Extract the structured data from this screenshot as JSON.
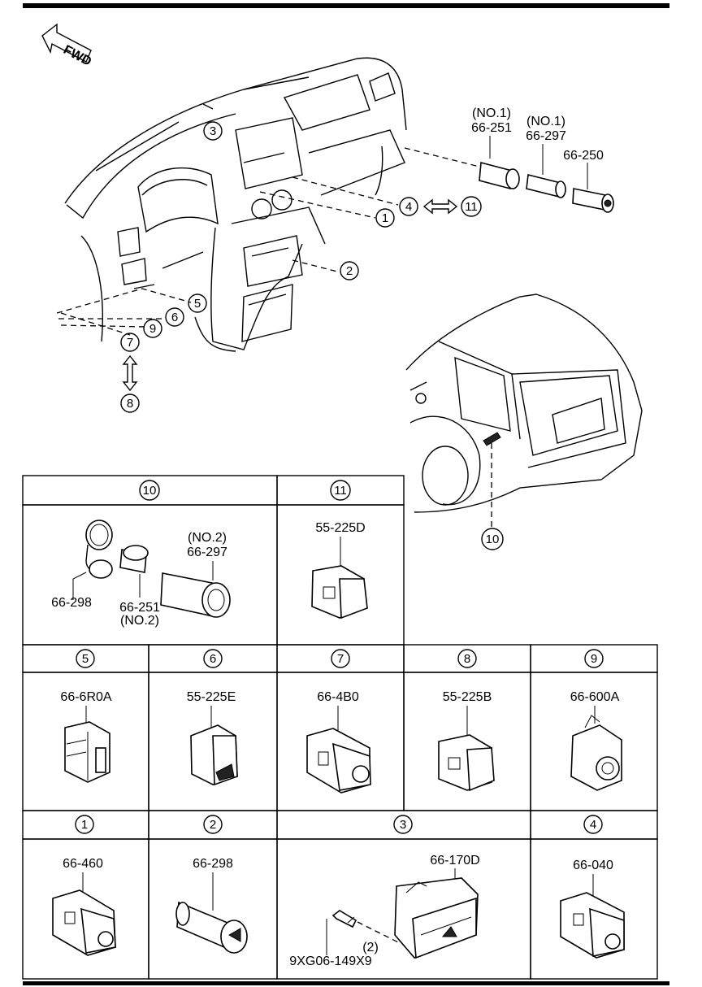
{
  "fwd_label": "FWD",
  "callouts": {
    "c1": "1",
    "c2": "2",
    "c3": "3",
    "c4": "4",
    "c5": "5",
    "c6": "6",
    "c7": "7",
    "c8": "8",
    "c9": "9",
    "c10": "10",
    "c11": "11"
  },
  "overview_parts": {
    "p251_no": "(NO.1)",
    "p251": "66-251",
    "p297_no": "(NO.1)",
    "p297": "66-297",
    "p250": "66-250"
  },
  "table": {
    "row1": {
      "h10": "10",
      "h11": "11",
      "c10_a": "66-298",
      "c10_b": "66-251",
      "c10_b_no": "(NO.2)",
      "c10_c_no": "(NO.2)",
      "c10_c": "66-297",
      "c11": "55-225D"
    },
    "row2": {
      "h5": "5",
      "h6": "6",
      "h7": "7",
      "h8": "8",
      "h9": "9",
      "c5": "66-6R0A",
      "c6": "55-225E",
      "c7": "66-4B0",
      "c8": "55-225B",
      "c9": "66-600A"
    },
    "row3": {
      "h1": "1",
      "h2": "2",
      "h3": "3",
      "h4": "4",
      "c1": "66-460",
      "c2": "66-298",
      "c3": "66-170D",
      "c3_bolt": "9XG06-149X9",
      "c3_qty": "(2)",
      "c4": "66-040"
    }
  }
}
